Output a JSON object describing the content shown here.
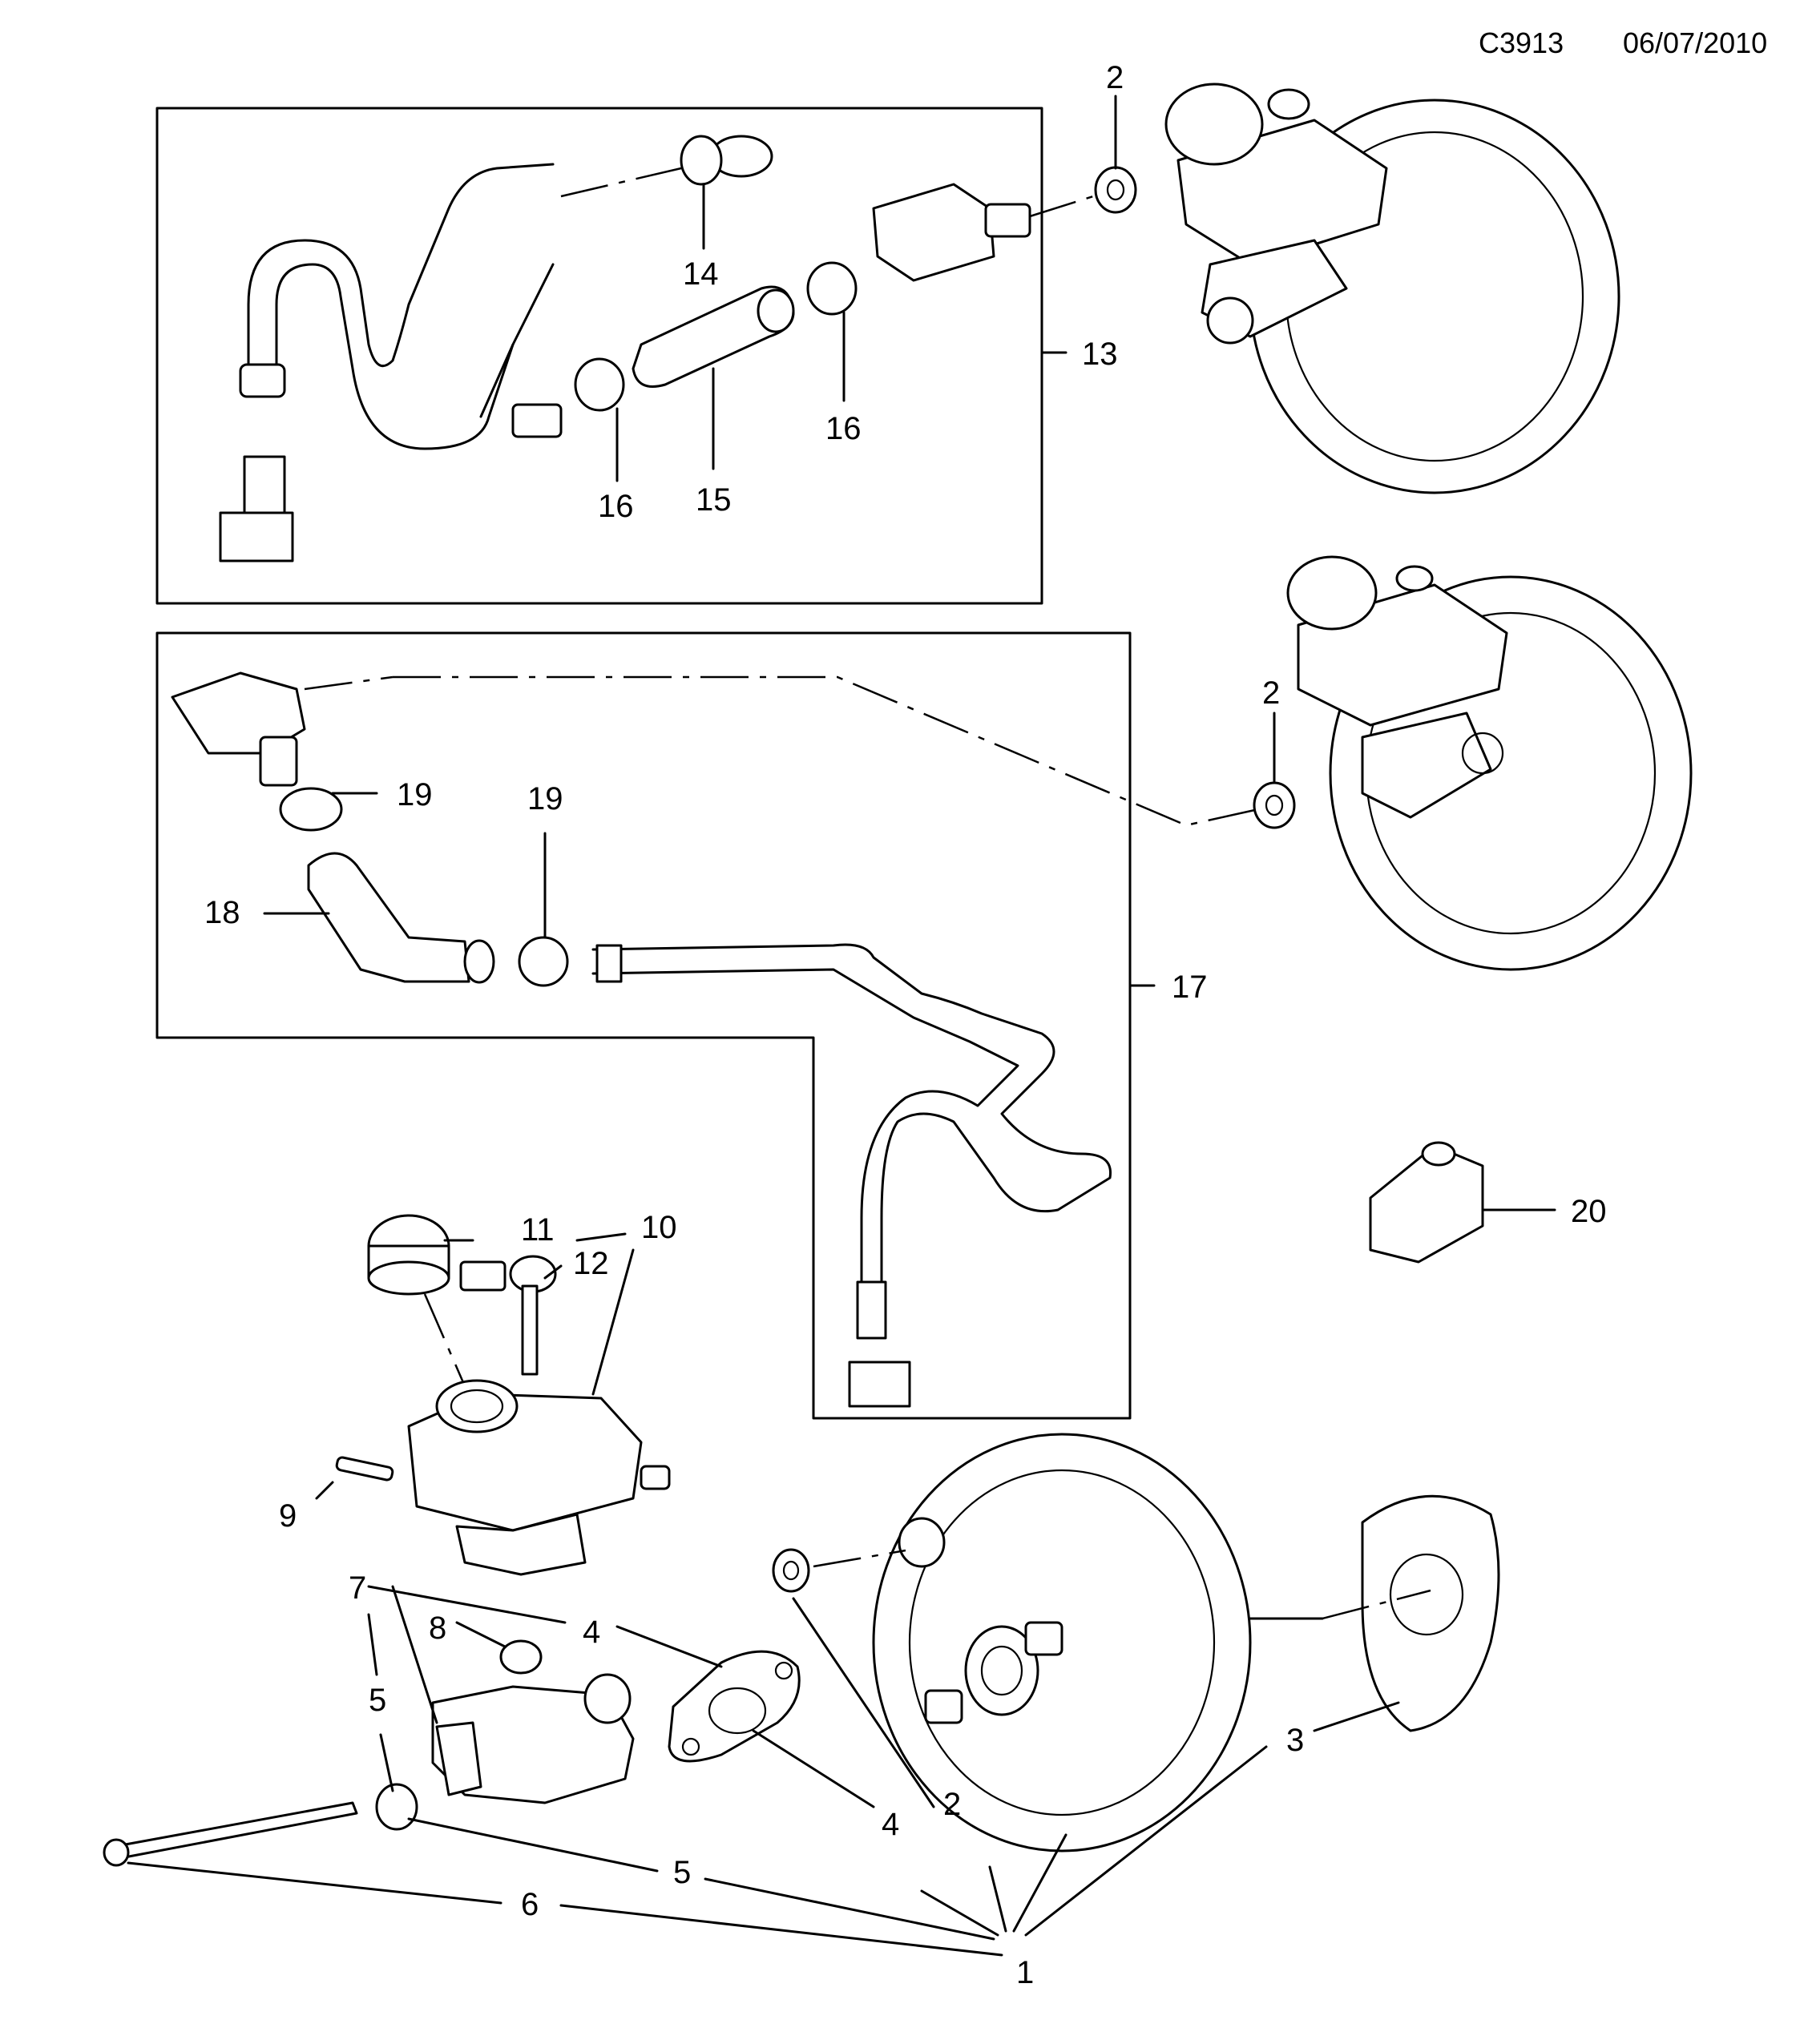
{
  "header": {
    "code": "C3913",
    "date": "06/07/2010"
  },
  "callouts": {
    "c1": "1",
    "c2a": "2",
    "c2b": "2",
    "c2c": "2",
    "c3": "3",
    "c4a": "4",
    "c4b": "4",
    "c5a": "5",
    "c5b": "5",
    "c6": "6",
    "c7": "7",
    "c8": "8",
    "c9": "9",
    "c10": "10",
    "c11": "11",
    "c12": "12",
    "c13": "13",
    "c14": "14",
    "c15": "15",
    "c16a": "16",
    "c16b": "16",
    "c17": "17",
    "c18": "18",
    "c19a": "19",
    "c19b": "19",
    "c20": "20"
  }
}
